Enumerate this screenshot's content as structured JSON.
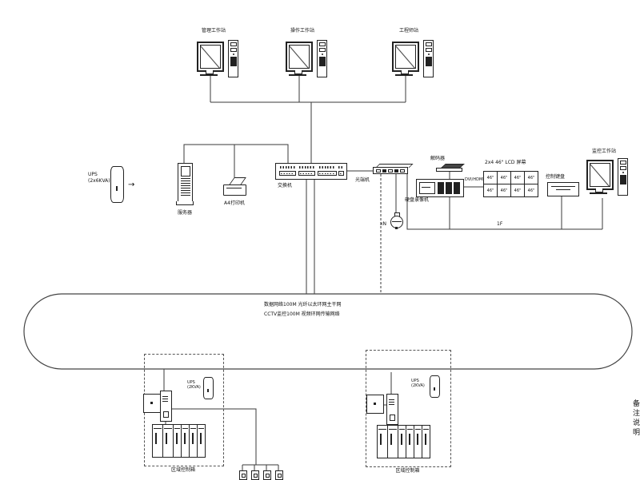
{
  "diagram": {
    "top_workstations": [
      {
        "label": "管理工作站"
      },
      {
        "label": "操作工作站"
      },
      {
        "label": "工程师站"
      }
    ],
    "ups_main": {
      "line1": "UPS",
      "line2": "(2x6KVA)"
    },
    "arrow": "→",
    "server_label": "服务器",
    "printer_label": "A4打印机",
    "core_switch_label": "交换机",
    "transceiver_label": "光端机",
    "camera_label": "xN",
    "decoder_label": "解码器",
    "dvr_label": "硬盘录像机",
    "dvi_label": "DVI/HDMI",
    "lcd_wall": {
      "title": "2x4 46\" LCD 屏幕",
      "cell": "46\""
    },
    "keyboard_label": "控制键盘",
    "right_workstation_label": "监控工作站",
    "floor_label": "1F",
    "ring": {
      "line1": "数据网络100M 光纤以太环网主干网",
      "line2": "CCTV监控100M 视频环网传输网络"
    },
    "left_box": {
      "label": "区域控制箱",
      "ups1": "UPS",
      "ups2": "(2KVA)"
    },
    "right_box": {
      "label": "区域控制箱",
      "ups1": "UPS",
      "ups2": "(2KVA)"
    },
    "notes": [
      "备",
      "注",
      "说",
      "明"
    ]
  }
}
